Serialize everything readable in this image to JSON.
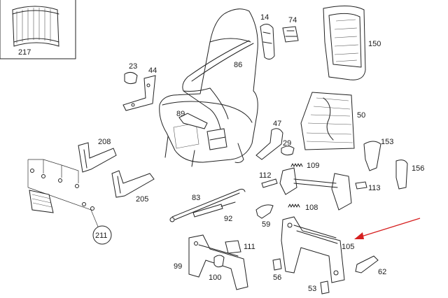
{
  "labels": {
    "l217": "217",
    "l14": "14",
    "l74": "74",
    "l150": "150",
    "l23": "23",
    "l44": "44",
    "l86": "86",
    "l89": "89",
    "l50": "50",
    "l47": "47",
    "l29": "29",
    "l208": "208",
    "l153": "153",
    "l156": "156",
    "l112": "112",
    "l109": "109",
    "l113": "113",
    "l205": "205",
    "l83": "83",
    "l108": "108",
    "l92": "92",
    "l59": "59",
    "l211": "211",
    "l105": "105",
    "l111": "111",
    "l99": "99",
    "l100": "100",
    "l56": "56",
    "l62": "62",
    "l53": "53"
  },
  "colors": {
    "highlight_arrow": "#d62020",
    "line": "#222222"
  }
}
